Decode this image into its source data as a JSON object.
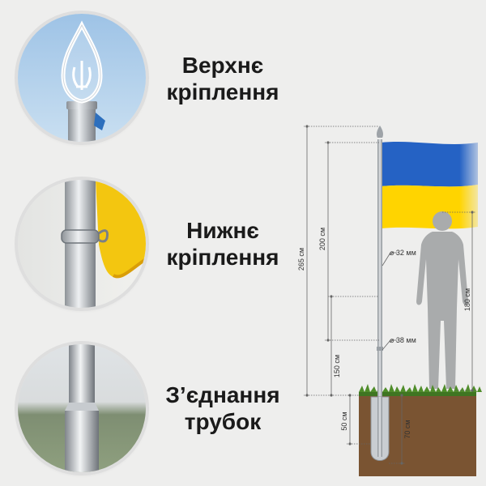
{
  "features": [
    {
      "line1": "Верхнє",
      "line2": "кріплення",
      "icon": "trident-finial-icon"
    },
    {
      "line1": "Нижнє",
      "line2": "кріплення",
      "icon": "flag-clamp-icon"
    },
    {
      "line1": "З’єднання",
      "line2": "трубок",
      "icon": "tube-joint-icon"
    }
  ],
  "dimensions": {
    "total_height": "265 см",
    "flag_zone": "200 см",
    "lower_zone": "150 см",
    "person_height": "180 см",
    "top_diameter": "⌀ 32 мм",
    "bottom_diameter": "⌀ 38 мм",
    "above_ground_base": "50 см",
    "underground": "70 см"
  },
  "colors": {
    "flag_blue": "#1f5fbf",
    "flag_yellow": "#ffd200",
    "soil": "#7a5432",
    "grass": "#4f8d2a",
    "pole": "#b9bec3",
    "person": "#a9abac"
  }
}
